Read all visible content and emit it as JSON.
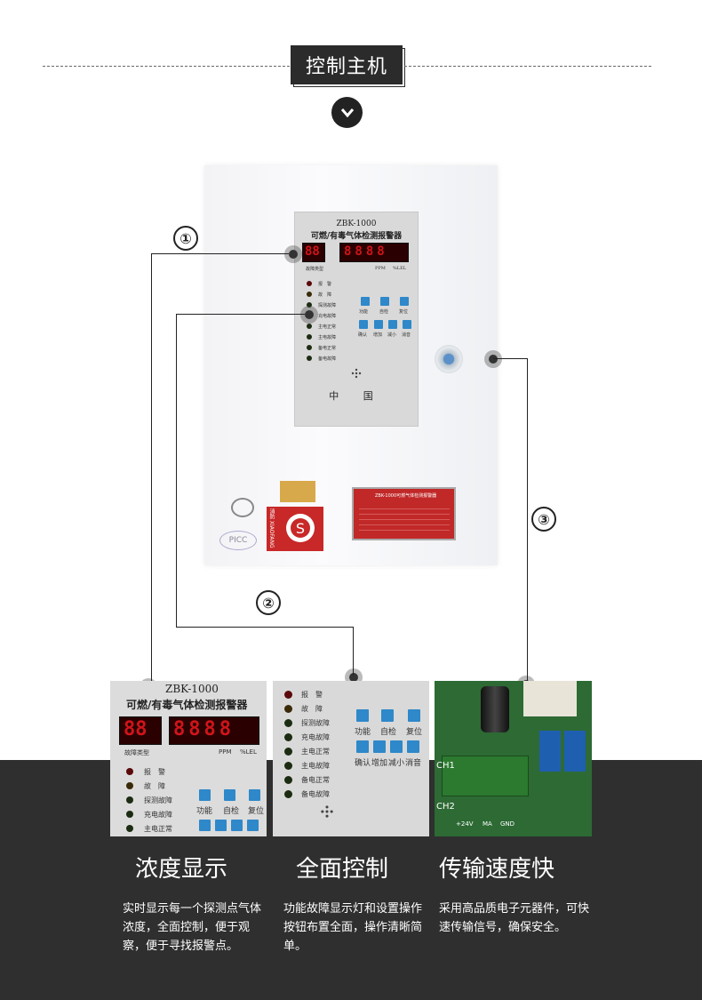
{
  "header": {
    "title": "控制主机"
  },
  "device": {
    "model": "ZBK-1000",
    "name": "可燃/有毒气体检测报警器",
    "display_left": "88",
    "display_right": "8888",
    "fault_type_label": "故障类型",
    "unit_ppm": "PPM",
    "unit_lel": "%LEL",
    "indicators": [
      "报　警",
      "故　障",
      "探测故障",
      "充电故障",
      "主电正常",
      "主电故障",
      "备电正常",
      "备电故障"
    ],
    "buttons_row1": [
      "功能",
      "自检",
      "复位"
    ],
    "buttons_row2": [
      "确认",
      "增加",
      "减小",
      "消音"
    ],
    "country": "中 国",
    "nameplate_title": "ZBK-1000可燃气体检测报警器",
    "badge_text": "消防 XIAOFANG",
    "picc": "PICC"
  },
  "callouts": [
    "①",
    "②",
    "③"
  ],
  "colors": {
    "dark_band": "#2f2f2f",
    "title_bg": "#2b2b2b",
    "led_red": "#d0141a",
    "button_blue": "#2e88c9"
  },
  "features": [
    {
      "title": "浓度显示",
      "desc": "实时显示每一个探测点气体浓度，全面控制，便于观察，便于寻找报警点。"
    },
    {
      "title": "全面控制",
      "desc": "功能故障显示灯和设置操作按钮布置全面，操作清晰简单。"
    },
    {
      "title": "传输速度快",
      "desc": "采用高品质电子元器件，可快速传输信号，确保安全。"
    }
  ],
  "board": {
    "labels": [
      "CH1",
      "CH2",
      "+24V",
      "MA",
      "GND"
    ]
  }
}
